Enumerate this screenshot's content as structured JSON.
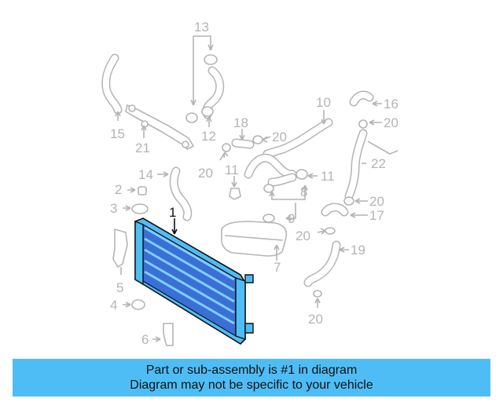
{
  "diagram": {
    "highlighted_part": "1",
    "highlight_color": "#4fbdf5",
    "callouts": [
      "1",
      "2",
      "3",
      "4",
      "5",
      "6",
      "7",
      "8",
      "9",
      "10",
      "11",
      "11",
      "12",
      "13",
      "14",
      "15",
      "16",
      "17",
      "18",
      "19",
      "20",
      "20",
      "20",
      "20",
      "20",
      "20",
      "21",
      "22"
    ]
  },
  "banner": {
    "line1": "Part or sub-assembly is #1 in diagram",
    "line2": "Diagram may not be specific to your vehicle",
    "background": "#4fbdf5"
  }
}
